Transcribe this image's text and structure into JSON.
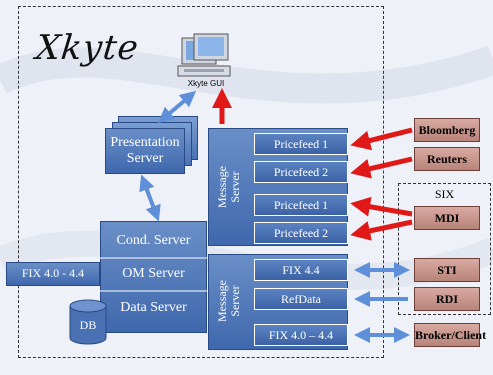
{
  "logo": "Xkyte",
  "gui_label": "Xkyte GUI",
  "presentation": {
    "line1": "Presentation",
    "line2": "Server"
  },
  "message_server": {
    "line1": "Message",
    "line2": "Server"
  },
  "core": {
    "cond": "Cond. Server",
    "om": "OM Server",
    "data": "Data Server"
  },
  "db_label": "DB",
  "fix_external": "FIX 4.0 - 4.4",
  "feeds_upper": [
    "Pricefeed 1",
    "Pricefeed 2",
    "Pricefeed 1",
    "Pricefeed 2"
  ],
  "feeds_lower": [
    "FIX 4.4",
    "RefData",
    "FIX 4.0 – 4.4"
  ],
  "six_label": "SIX",
  "externals": {
    "bloomberg": "Bloomberg",
    "reuters": "Reuters",
    "mdi": "MDI",
    "sti": "STI",
    "rdi": "RDI",
    "broker": "Broker/Client"
  },
  "colors": {
    "server_blue": "#4a71b3",
    "external_pink": "#c9968d",
    "arrow_red": "#e01818",
    "arrow_blue": "#5f8fd8"
  }
}
